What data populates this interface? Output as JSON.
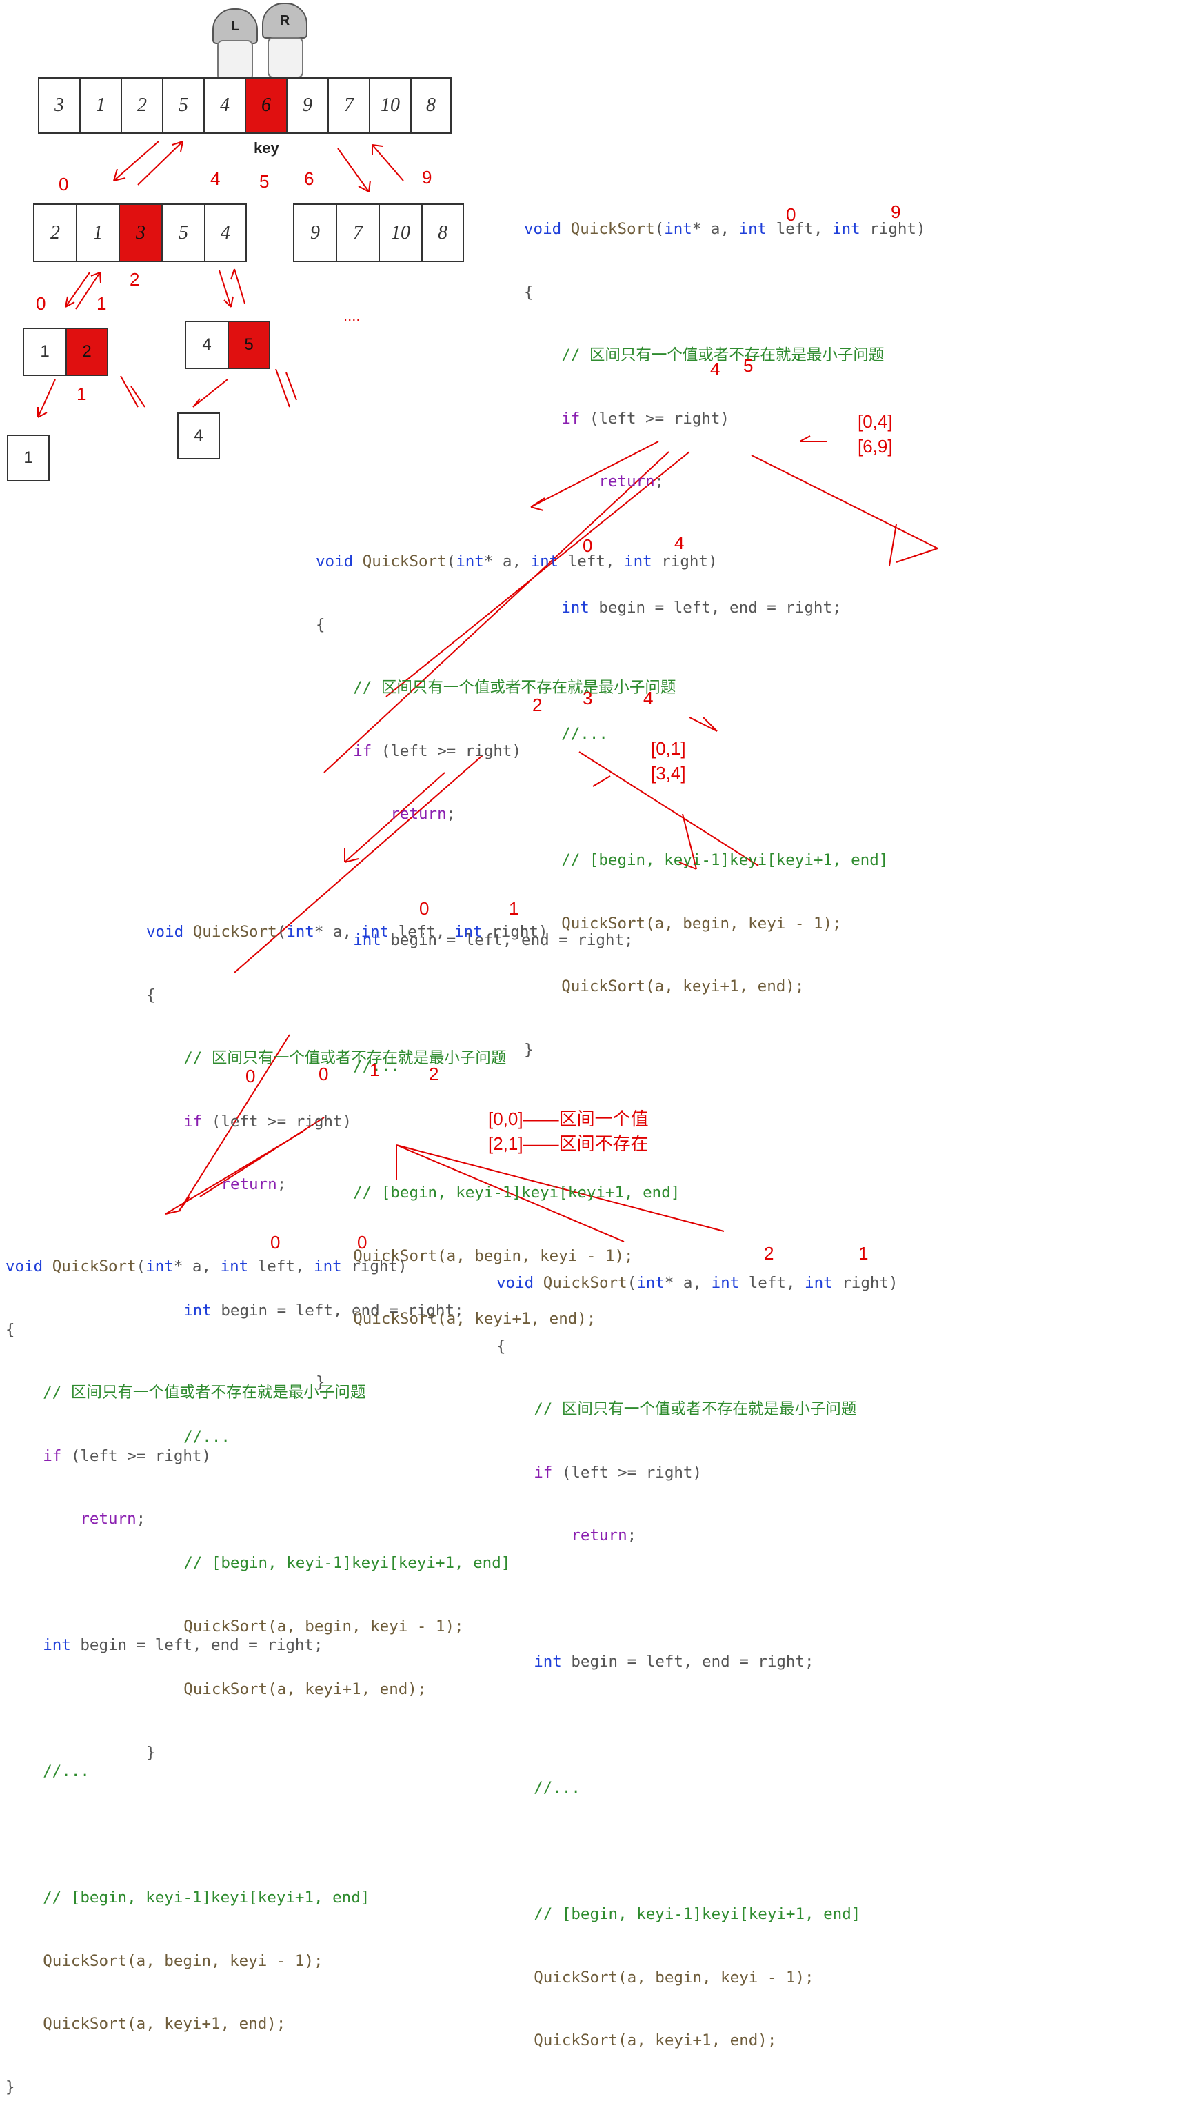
{
  "top_array": {
    "cells": [
      "3",
      "1",
      "2",
      "5",
      "4",
      "6",
      "9",
      "7",
      "10",
      "8"
    ],
    "key_index": 5,
    "key_label": "key",
    "helmets": [
      "L",
      "R"
    ]
  },
  "level1_left": {
    "cells": [
      "2",
      "1",
      "3",
      "5",
      "4"
    ],
    "key_index": 2
  },
  "level1_right": {
    "cells": [
      "9",
      "7",
      "10",
      "8"
    ]
  },
  "level2_a": {
    "cells": [
      "1",
      "2"
    ],
    "key_index": 1
  },
  "level2_b": {
    "cells": [
      "4",
      "5"
    ],
    "key_index": 1
  },
  "level3_a": {
    "cells": [
      "1"
    ]
  },
  "level3_b": {
    "cells": [
      "4"
    ]
  },
  "ellipsis": "....",
  "tree_notes": {
    "n0": "0",
    "n4": "4",
    "n5": "5",
    "n6": "6",
    "n9": "9",
    "n2": "2",
    "l0": "0",
    "l1": "1",
    "l1b": "1"
  },
  "code": {
    "sig_void": "void",
    "sig_name": "QuickSort",
    "sig_params_1": "(",
    "sig_int1": "int",
    "sig_ptr": "* a, ",
    "sig_int2": "int",
    "sig_left": " left, ",
    "sig_int3": "int",
    "sig_right": " right)",
    "open": "{",
    "comment1": "// 区间只有一个值或者不存在就是最小子问题",
    "if_kw": "if",
    "if_rest": " (left >= right)",
    "ret": "return",
    "ret_semi": ";",
    "int_kw": "int",
    "begin_line": " begin = left, end = right;",
    "dots": "//...",
    "comment2": "// [begin, keyi-1]keyi[keyi+1, end]",
    "call1": "QuickSort(a, begin, keyi - 1);",
    "call2": "QuickSort(a, keyi+1, end);",
    "close": "}"
  },
  "blocks": [
    {
      "id": "b1",
      "notes": [
        "0",
        "9",
        "4",
        "5",
        "[0,4]",
        "[6,9]"
      ]
    },
    {
      "id": "b2",
      "notes": [
        "0",
        "4",
        "2",
        "3",
        "4",
        "[0,1]",
        "[3,4]"
      ]
    },
    {
      "id": "b3",
      "notes": [
        "0",
        "1",
        "0",
        "0",
        "1",
        "2",
        "[0,0]——区间一个值",
        "[2,1]——区间不存在"
      ]
    },
    {
      "id": "b4",
      "notes": [
        "0",
        "0"
      ]
    },
    {
      "id": "b5",
      "notes": [
        "2",
        "1"
      ]
    }
  ],
  "colors": {
    "accent": "#e00000",
    "keyword": "#1f3fd9",
    "comment": "#2e8b2e",
    "return": "#8a1fb0"
  }
}
